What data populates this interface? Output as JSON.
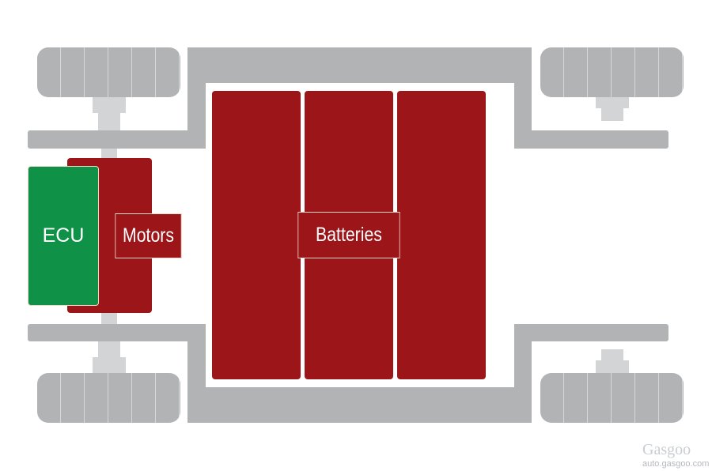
{
  "labels": {
    "ecu": "ECU",
    "motors": "Motors",
    "batteries": "Batteries"
  },
  "watermark": {
    "brand": "Gasgoo",
    "url": "auto.gasgoo.com"
  },
  "colors": {
    "battery": "#9b1519",
    "ecu": "#0f9148",
    "frame": "#b2b3b5"
  }
}
